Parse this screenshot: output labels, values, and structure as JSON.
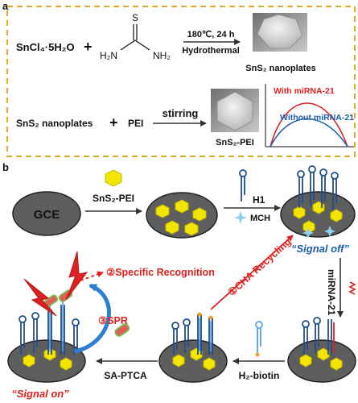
{
  "panel_a": {
    "label": "a",
    "reactant1": "SnCl₄·5H₂O",
    "plus": "+",
    "thiourea_s": "S",
    "thiourea_nh2_left": "H₂N",
    "thiourea_nh2_right": "NH₂",
    "condition_top": "180℃, 24 h",
    "condition_bottom": "Hydrothermal",
    "product1": "SnS₂ nanoplates",
    "reactant2": "SnS₂ nanoplates",
    "reactant3": "PEI",
    "step2": "stirring",
    "product2": "SnS₂-PEI",
    "plot_with": "With miRNA-21",
    "plot_without": "Without miRNA-21"
  },
  "panel_b": {
    "label": "b",
    "gce": "GCE",
    "step_sns2pei": "SnS₂-PEI",
    "h1": "H1",
    "mch": "MCH",
    "signal_off": "“Signal off”",
    "mirna": "miRNA-21",
    "cha": "①CHA Recycling",
    "h2biotin": "H₂-biotin",
    "sa_ptca": "SA-PTCA",
    "specific_recognition": "②Specific Recognition",
    "spr": "③SPR",
    "signal_on": "“Signal on”"
  },
  "colors": {
    "dashed_frame": "#e0a92a",
    "red": "#e02020",
    "blue_text": "#1f5fa8",
    "electrode": "#5a5a5a",
    "sns2": "#f2e600",
    "hairpin": "#1f4e8c"
  }
}
